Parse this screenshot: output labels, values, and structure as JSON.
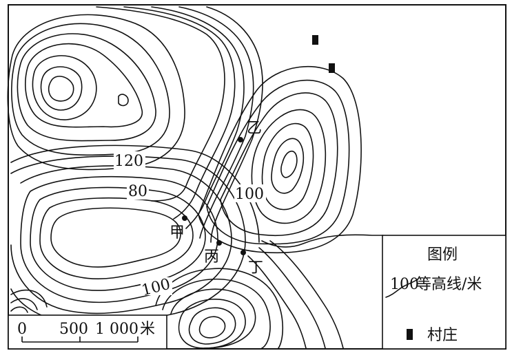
{
  "contour_labels": {
    "l120": "120",
    "l80": "80",
    "l100_center": "100",
    "l100_bottom": "100"
  },
  "points": {
    "jia": "甲",
    "yi": "乙",
    "bing": "丙",
    "ding": "丁"
  },
  "legend": {
    "title": "图例",
    "contour_value": "100",
    "contour_text": "等高线/米",
    "village_text": "村庄"
  },
  "scale": {
    "zero": "0",
    "mid": "500",
    "end": "1 000",
    "unit": "米"
  },
  "colors": {
    "ink": "#111111",
    "paper": "#ffffff"
  }
}
